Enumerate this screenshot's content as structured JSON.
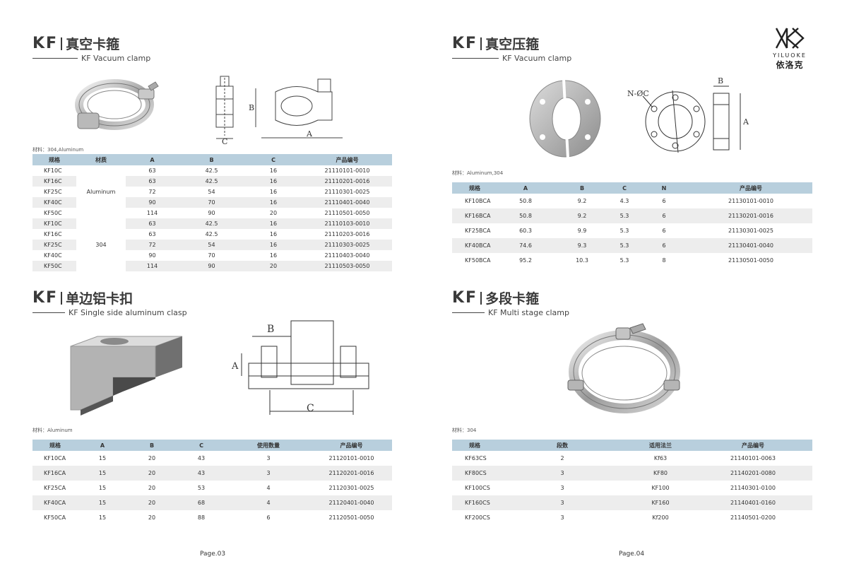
{
  "left": {
    "s1": {
      "kf": "KF",
      "cn": "真空卡箍",
      "en": "KF Vacuum clamp",
      "material": "材料：304,Aluminum",
      "dim_labels": {
        "b": "B",
        "c": "C",
        "a": "A"
      },
      "headers": [
        "规格",
        "材质",
        "A",
        "B",
        "C",
        "产品编号"
      ],
      "material_groups": [
        "Aluminum",
        "304"
      ],
      "rows": [
        [
          "KF10C",
          "63",
          "42.5",
          "16",
          "21110101-0010"
        ],
        [
          "KF16C",
          "63",
          "42.5",
          "16",
          "21110201-0016"
        ],
        [
          "KF25C",
          "72",
          "54",
          "16",
          "21110301-0025"
        ],
        [
          "KF40C",
          "90",
          "70",
          "16",
          "21110401-0040"
        ],
        [
          "KF50C",
          "114",
          "90",
          "20",
          "21110501-0050"
        ],
        [
          "KF10C",
          "63",
          "42.5",
          "16",
          "21110103-0010"
        ],
        [
          "KF16C",
          "63",
          "42.5",
          "16",
          "21110203-0016"
        ],
        [
          "KF25C",
          "72",
          "54",
          "16",
          "21110303-0025"
        ],
        [
          "KF40C",
          "90",
          "70",
          "16",
          "21110403-0040"
        ],
        [
          "KF50C",
          "114",
          "90",
          "20",
          "21110503-0050"
        ]
      ]
    },
    "s2": {
      "kf": "KF",
      "cn": "单边铝卡扣",
      "en": "KF Single side aluminum clasp",
      "material": "材料：Aluminum",
      "dim_labels": {
        "b": "B",
        "a": "A",
        "c": "C"
      },
      "headers": [
        "规格",
        "A",
        "B",
        "C",
        "使用数量",
        "产品编号"
      ],
      "rows": [
        [
          "KF10CA",
          "15",
          "20",
          "43",
          "3",
          "21120101-0010"
        ],
        [
          "KF16CA",
          "15",
          "20",
          "43",
          "3",
          "21120201-0016"
        ],
        [
          "KF25CA",
          "15",
          "20",
          "53",
          "4",
          "21120301-0025"
        ],
        [
          "KF40CA",
          "15",
          "20",
          "68",
          "4",
          "21120401-0040"
        ],
        [
          "KF50CA",
          "15",
          "20",
          "88",
          "6",
          "21120501-0050"
        ]
      ]
    },
    "page_no": "Page.03"
  },
  "right": {
    "logo": {
      "brand": "YILUOKE",
      "cn": "依洛克"
    },
    "s1": {
      "kf": "KF",
      "cn": "真空压箍",
      "en": "KF Vacuum clamp",
      "material": "材料：Aluminum,304",
      "dim_labels": {
        "b": "B",
        "n": "N-ØC",
        "a": "A"
      },
      "headers": [
        "规格",
        "A",
        "B",
        "C",
        "N",
        "产品编号"
      ],
      "rows": [
        [
          "KF10BCA",
          "50.8",
          "9.2",
          "4.3",
          "6",
          "21130101-0010"
        ],
        [
          "KF16BCA",
          "50.8",
          "9.2",
          "5.3",
          "6",
          "21130201-0016"
        ],
        [
          "KF25BCA",
          "60.3",
          "9.9",
          "5.3",
          "6",
          "21130301-0025"
        ],
        [
          "KF40BCA",
          "74.6",
          "9.3",
          "5.3",
          "6",
          "21130401-0040"
        ],
        [
          "KF50BCA",
          "95.2",
          "10.3",
          "5.3",
          "8",
          "21130501-0050"
        ]
      ]
    },
    "s2": {
      "kf": "KF",
      "cn": "多段卡箍",
      "en": "KF Multi stage clamp",
      "material": "材料：304",
      "headers": [
        "规格",
        "段数",
        "适用法兰",
        "产品编号"
      ],
      "rows": [
        [
          "KF63CS",
          "2",
          "Kf63",
          "21140101-0063"
        ],
        [
          "KF80CS",
          "3",
          "KF80",
          "21140201-0080"
        ],
        [
          "KF100CS",
          "3",
          "KF100",
          "21140301-0100"
        ],
        [
          "KF160CS",
          "3",
          "KF160",
          "21140401-0160"
        ],
        [
          "KF200CS",
          "3",
          "Kf200",
          "21140501-0200"
        ]
      ]
    },
    "page_no": "Page.04"
  }
}
